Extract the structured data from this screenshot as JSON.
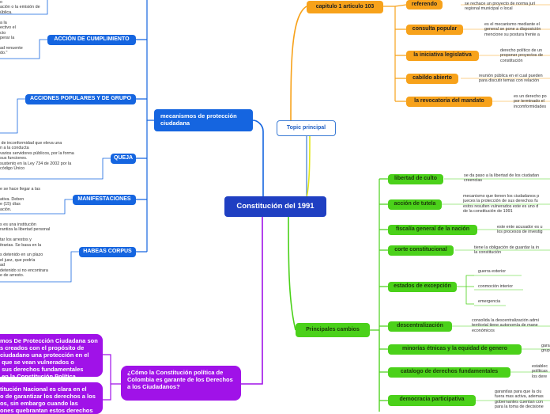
{
  "root": {
    "label": "Constitución del 1991"
  },
  "topic": {
    "label": "Topic principal"
  },
  "left": {
    "mecanismos": {
      "label": "mecanismos de protección ciudadana"
    },
    "cumplimiento": {
      "label": "ACCIÓN DE CUMPLIMIENTO",
      "note": "a la\nectivo el\ncto\nperar la\n\nad renuente\ndo.\""
    },
    "populares": {
      "label": "ACCIONES POPULARES Y DE GRUPO"
    },
    "queja": {
      "label": "QUEJA",
      "note": " de inconformidad que eleva una\nn a la conducta\nvarios servidores públicos, por la forma\nsus funciones.\nsustento en la Ley 734 de 2002 por la\ncódigo Único"
    },
    "manifestaciones": {
      "label": "MANIFESTACIONES",
      "note": "e se hace llegar a las\n\nativa. Deben\ne (15) días\nación."
    },
    "habeas": {
      "label": "HABEAS CORPUS",
      "note": "s es una institución\nrantiza la libertad personal\n\ntar los arrestos y\nitrarias. Se basa en la\n\ns detenido en un plazo\nel juez, que podría\nad\ndetenido si no encontrara\ne de arresto."
    },
    "top_note": "o\nación o la emisión de\nública."
  },
  "bottom": {
    "pregunta": {
      "label": "¿Cómo la Constitución política de Colombia es garante de los Derechos a los Ciudadanos?"
    },
    "mecanismos_box": {
      "label": "mos De Protección Ciudadana son\ns creados con el propósito de\nciudadano una protección en el\n que se vean vulnerados o\n sus derechos fundamentales\n en la Constitución Política."
    },
    "constitucion_box": {
      "label": "titución Nacional es clara en el\no de garantizar los derechos a los\nos, sin embargo cuando las\nones quebrantan estos derechos"
    }
  },
  "capitulo": {
    "label": "capitulo 1 articulo 103",
    "items": [
      {
        "label": "referendo",
        "note": "se rechace un proyecto de norma jurí\nregional municipal o local"
      },
      {
        "label": "consulta popular",
        "note": "es el mecanismo mediante el\ngeneral se pone a disposición\nmencione su postura frente a"
      },
      {
        "label": "la iniciativa legislativa",
        "note": "derecho político de un\nproponer proyectos de\nconstitución"
      },
      {
        "label": "cabildo abierto",
        "note": "reunión pública en el cual pueden\npara discutir temas con relación"
      },
      {
        "label": "la revocatoria del mandato",
        "note": "es un derecho po\npor terminado el\nincomformidades"
      }
    ]
  },
  "cambios": {
    "label": "Principales cambios",
    "items": [
      {
        "label": "libertad de culto",
        "note": "se da paso a la libertad de los ciudadan\ncreencias"
      },
      {
        "label": "acción de tutela",
        "note": "mecanismo que tienen los ciudadanos p\njueces la protección de sus derechos fu\nestos resulten vulnerados este es uno d\nde la constitución de 1991"
      },
      {
        "label": "fiscalía general de la nación",
        "note": "este ente acusador es u\nlos procesos de investig"
      },
      {
        "label": "corte constitucional",
        "note": "tiene la obligación de guardar la in\nla constitución"
      },
      {
        "label": "estados de excepción",
        "subs": [
          "guerra exterior",
          "conmoción interior",
          "emergencia"
        ]
      },
      {
        "label": "descentralización",
        "note": "consolida la descentralización admi\nterritorial tiene autonomía de mane\neconómicos"
      },
      {
        "label": "minorías étnicas y la equidad de genero",
        "note": "gara\ngrup"
      },
      {
        "label": "catalogo de derechos fundamentales",
        "note": "establec\npolíticas\nlos dere"
      },
      {
        "label": "democracia participativa",
        "note": "garantías para que la ciu\nfuera mas activa, ademas\ngobernantes cuentan con\npara la toma de decisione"
      }
    ]
  },
  "colors": {
    "blue": "#1565e0",
    "orange": "#f7a21b",
    "green": "#4bd11a",
    "purple": "#a012e8",
    "root": "#1f3fc2"
  }
}
